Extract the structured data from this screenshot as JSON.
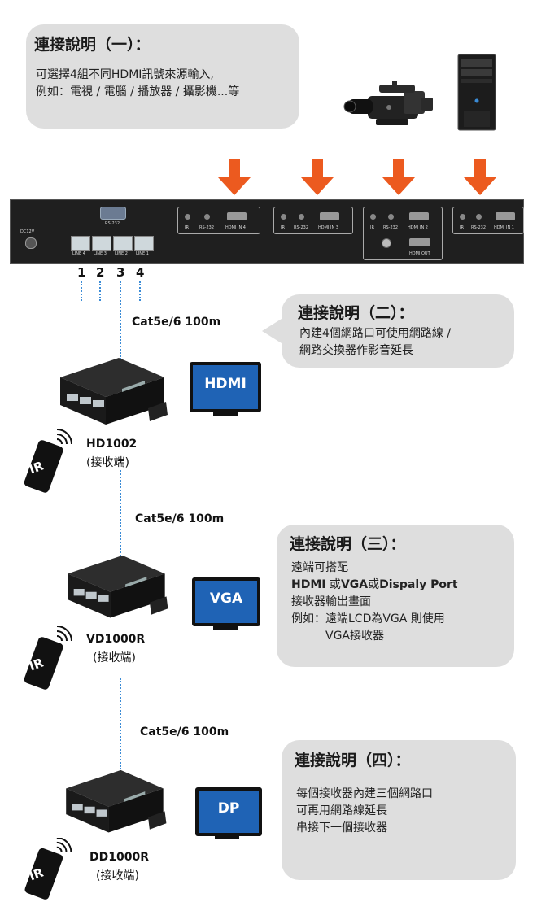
{
  "colors": {
    "panel": "#dedede",
    "arrow": "#ec5a1f",
    "cable": "#3a8bd6",
    "switch": "#1f1f1f"
  },
  "panel1": {
    "title": "連接說明（一）：",
    "lines": [
      "可選擇4組不同HDMI訊號來源輸入,",
      "例如：電視 / 電腦 / 播放器 / 攝影機...等"
    ]
  },
  "panel2": {
    "title": "連接說明（二）：",
    "lines": [
      "內建4個網路口可使用網路線 /",
      "網路交換器作影音延長"
    ]
  },
  "panel3": {
    "title": "連接說明（三）：",
    "line1": "遠端可搭配",
    "line2": {
      "a": "HDMI",
      "b": " 或",
      "c": "VGA",
      "d": "或",
      "e": "Dispaly Port"
    },
    "line3": "接收器輸出畫面",
    "line4": "例如：遠端LCD為VGA 則使用",
    "line5": "VGA接收器"
  },
  "panel4": {
    "title": "連接說明（四）：",
    "lines": [
      "每個接收器內建三個網路口",
      "可再用網路線延長",
      "串接下一個接收器"
    ]
  },
  "switch_panel": {
    "rs232_top": "RS-232",
    "dc": "DC12V",
    "lan_labels": [
      "LINE 4",
      "LINE 3",
      "LINE 2",
      "LINE 1"
    ],
    "inputs": [
      {
        "ir": "IR",
        "rs": "RS-232",
        "hdmi": "HDMI IN 4"
      },
      {
        "ir": "IR",
        "rs": "RS-232",
        "hdmi": "HDMI IN 3"
      },
      {
        "ir": "IR",
        "rs": "RS-232",
        "hdmi": "HDMI IN 2"
      },
      {
        "ir": "IR",
        "rs": "RS-232",
        "hdmi": "HDMI IN 1"
      }
    ],
    "hdmi_out": "HDMI OUT"
  },
  "line_numbers": [
    "1",
    "2",
    "3",
    "4"
  ],
  "cable_labels": [
    "Cat5e/6 100m",
    "Cat5e/6 100m",
    "Cat5e/6 100m"
  ],
  "receivers": [
    {
      "model": "HD1002",
      "sub": "(接收端)",
      "screen": "HDMI"
    },
    {
      "model": "VD1000R",
      "sub": "(接收端)",
      "screen": "VGA"
    },
    {
      "model": "DD1000R",
      "sub": "(接收端)",
      "screen": "DP"
    }
  ],
  "ir_label": "IR"
}
